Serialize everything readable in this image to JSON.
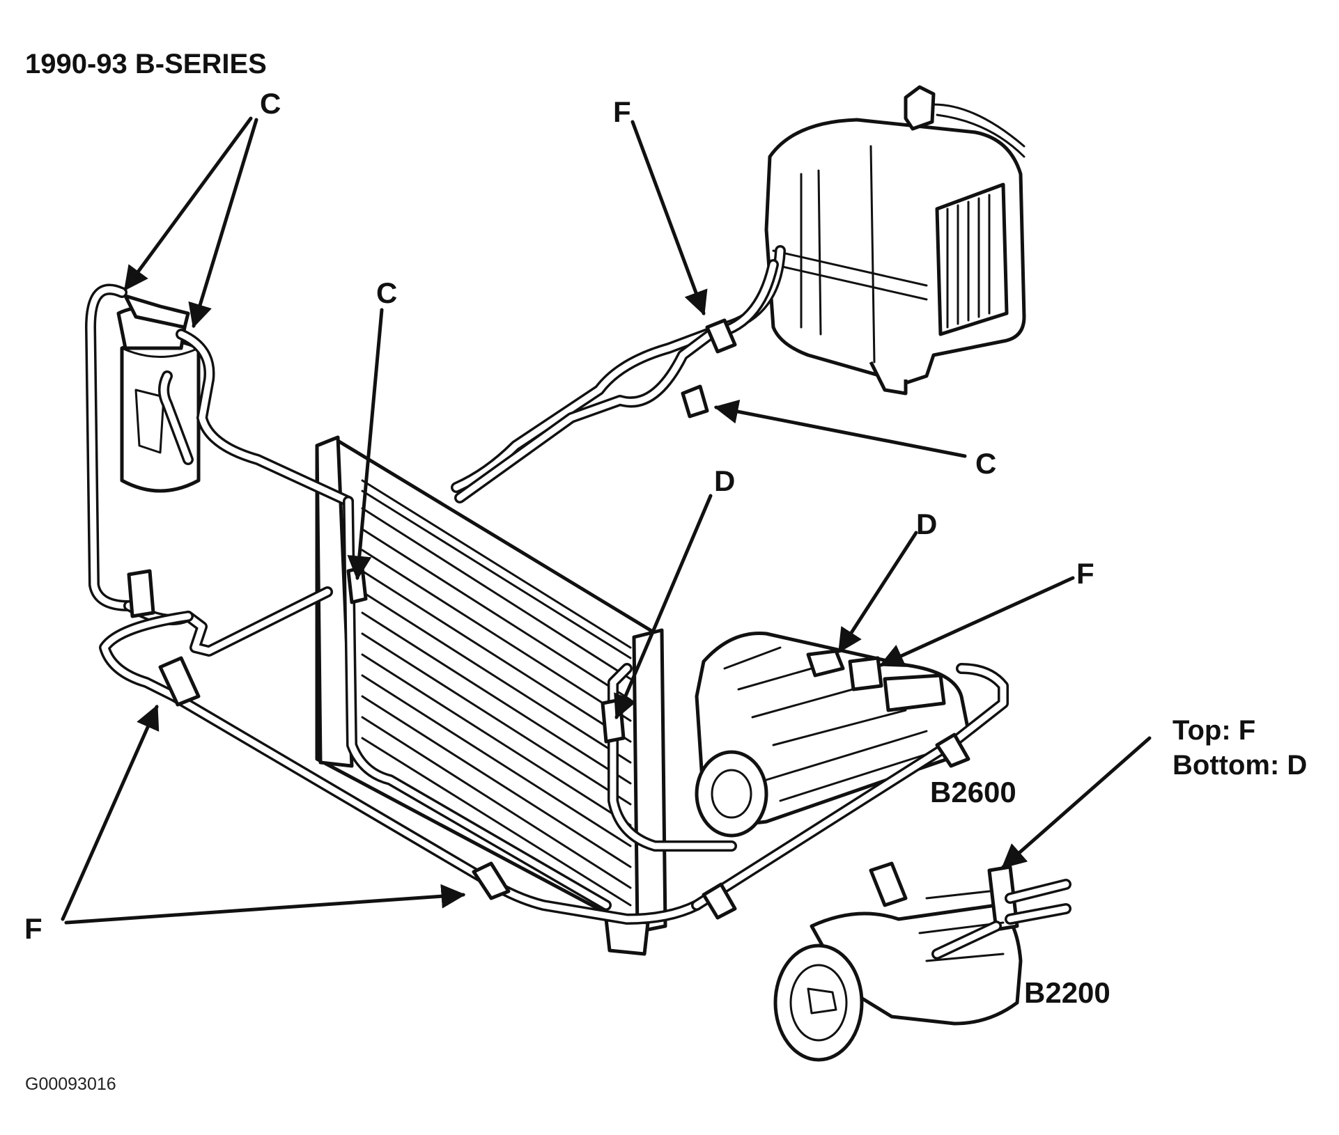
{
  "diagram": {
    "title": "1990-93 B-SERIES",
    "figure_code": "G00093016",
    "callouts": {
      "c_receiver_drier": "C",
      "c_condenser": "C",
      "c_evaporator_line": "C",
      "f_evaporator_line": "F",
      "d_condenser_outlet": "D",
      "d_compressor": "D",
      "f_compressor": "F",
      "f_lower_lines": "F"
    },
    "models": {
      "b2600": "B2600",
      "b2200": "B2200"
    },
    "note": {
      "top": "Top: F",
      "bottom": "Bottom: D"
    }
  }
}
